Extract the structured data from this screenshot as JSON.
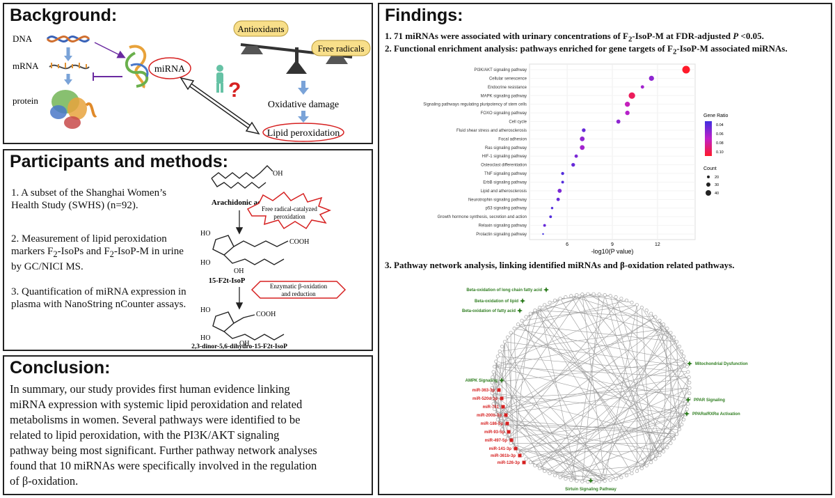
{
  "background": {
    "title": "Background:",
    "dna": "DNA",
    "mrna": "mRNA",
    "protein": "protein",
    "mirna": "miRNA",
    "antioxidants": "Antioxidants",
    "free_radicals": "Free radicals",
    "oxidative_damage": "Oxidative damage",
    "lipid_peroxidation": "Lipid peroxidation",
    "question": "?"
  },
  "methods": {
    "title": "Participants and methods:",
    "item1": "1. A subset of the Shanghai Women’s Health Study (SWHS) (n=92).",
    "item2_a": "2. Measurement of lipid peroxidation markers F",
    "item2_sub1": "2",
    "item2_b": "-IsoPs and F",
    "item2_sub2": "2",
    "item2_c": "-IsoP-M in urine by GC/NICI MS.",
    "item3": "3. Quantification of miRNA expression in plasma with NanoString nCounter assays.",
    "arachidonic": "Arachidonic acid",
    "free_radical_catalyzed": "Free radical-catalyzed",
    "peroxidation": "peroxidation",
    "isop": "15-F2t-IsoP",
    "enzymatic_1": "Enzymatic β-oxidation",
    "enzymatic_2": "and reduction",
    "dinor": "2,3-dinor-5,6-dihydro-15-F2t-IsoP",
    "cooh": "COOH",
    "oh": "OH",
    "ho": "HO"
  },
  "conclusion": {
    "title": "Conclusion:",
    "lines": [
      "In summary, our study provides first human evidence linking",
      "miRNA expression with systemic lipid peroxidation and related",
      "metabolisms in women. Several pathways were identified to be",
      "related to lipid peroxidation, with the PI3K/AKT signaling",
      "pathway being most significant. Further pathway network analyses",
      "found that 10 miRNAs were specifically involved in the regulation",
      "of β-oxidation."
    ]
  },
  "findings": {
    "title": "Findings:",
    "f1_a": "1. 71 miRNAs were associated with urinary concentrations of F",
    "f1_sub": "2",
    "f1_b": "-IsoP-M at FDR-adjusted ",
    "f1_p": "P",
    "f1_c": " <0.05.",
    "f2_a": "2. Functional enrichment analysis: pathways enriched for gene targets of F",
    "f2_sub": "2",
    "f2_b": "-IsoP-M associated miRNAs.",
    "f3": "3. Pathway network analysis, linking identified miRNAs and β-oxidation related pathways."
  },
  "network": {
    "top_left": [
      "Beta-oxidation of long chain fatty acid",
      "Beta-oxidation of lipid",
      "Beta-oxidation of fatty acid"
    ],
    "ampk": "AMPK Signaling",
    "mirnas": [
      "miR-363-3p",
      "miR-520d-3p",
      "miR-761",
      "miR-200b-3p",
      "miR-186-5p",
      "miR-93-5p",
      "miR-497-5p",
      "miR-141-3p",
      "miR-361b-3p",
      "miR-126-3p"
    ],
    "right": [
      "Mitochondrial Dysfunction",
      "PPAR Signaling",
      "PPARα/RXRα Activation"
    ],
    "bottom": "Sirtuin Signaling Pathway",
    "colors": {
      "pathway": "#2e7d1f",
      "mirna": "#d62020"
    }
  },
  "chart_data": {
    "type": "scatter",
    "xlabel": "-log10(P value)",
    "ticks": [
      6,
      9,
      12
    ],
    "xlim": [
      3.5,
      14.5
    ],
    "categories": [
      "PI3K/AKT signaling pathway",
      "Cellular senescence",
      "Endocrine resistance",
      "MAPK signaling pathway",
      "Signaling pathways regulating pluripotency of stem cells",
      "FOXO signaling pathway",
      "Cell cycle",
      "Fluid shear stress and atherosclerosis",
      "Focal adhesion",
      "Ras signaling pathway",
      "HIF-1 signaling pathway",
      "Osteoclast differentiation",
      "TNF signaling pathway",
      "ErbB signaling pathway",
      "Lipid and atherosclerosis",
      "Neurotrophin signaling pathway",
      "p53 signaling pathway",
      "Growth hormone synthesis, secretion and action",
      "Relaxin signaling pathway",
      "Prolactin signaling pathway"
    ],
    "x": [
      13.9,
      11.6,
      11.0,
      10.3,
      10.0,
      10.0,
      9.4,
      7.1,
      7.0,
      7.0,
      6.6,
      6.4,
      5.7,
      5.7,
      5.5,
      5.4,
      5.0,
      4.9,
      4.5,
      4.4
    ],
    "gene_ratio": [
      0.105,
      0.06,
      0.065,
      0.095,
      0.075,
      0.07,
      0.06,
      0.05,
      0.06,
      0.065,
      0.055,
      0.05,
      0.045,
      0.045,
      0.055,
      0.05,
      0.045,
      0.045,
      0.05,
      0.04
    ],
    "count": [
      45,
      30,
      20,
      38,
      30,
      26,
      24,
      22,
      28,
      28,
      20,
      22,
      18,
      16,
      24,
      20,
      14,
      16,
      16,
      10
    ],
    "legend_ratio_title": "Gene Ratio",
    "legend_ratio_ticks": [
      "0.04",
      "0.06",
      "0.08",
      "0.10"
    ],
    "legend_count_title": "Count",
    "legend_count_ticks": [
      "20",
      "30",
      "40"
    ],
    "color_low": "#3f2fe0",
    "color_high": "#ff1a2a"
  }
}
